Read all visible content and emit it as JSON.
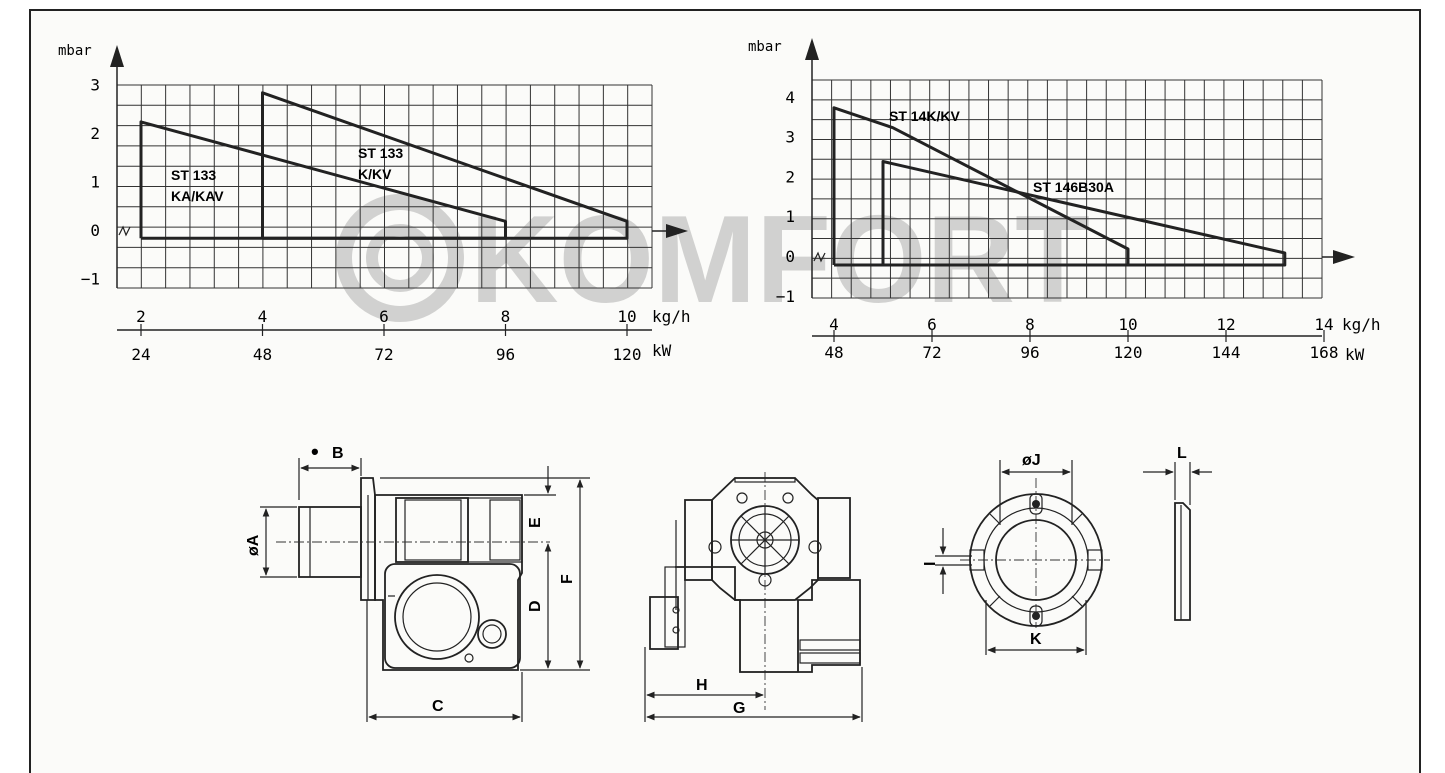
{
  "watermark": "KOMFORT",
  "chart_data": [
    {
      "type": "line",
      "ylabel": "mbar",
      "x_units": [
        "kg/h",
        "kW"
      ],
      "x_ticks_kgh": [
        "2",
        "4",
        "6",
        "8",
        "10"
      ],
      "x_ticks_kw": [
        "24",
        "48",
        "72",
        "96",
        "120"
      ],
      "y_ticks": [
        "3",
        "2",
        "1",
        "0",
        "−1"
      ],
      "xlim_kgh": [
        1.6,
        11
      ],
      "ylim": [
        -1.15,
        3.1
      ],
      "grid": true,
      "series": [
        {
          "name": "ST 133 KA/KAV",
          "label_lines": [
            "ST 133",
            "KA/KAV"
          ],
          "points": [
            [
              2,
              -0.15
            ],
            [
              2,
              2.25
            ],
            [
              8,
              0.2
            ],
            [
              8,
              -0.15
            ],
            [
              2,
              -0.15
            ]
          ]
        },
        {
          "name": "ST 133 K/KV",
          "label_lines": [
            "ST 133",
            "K/KV"
          ],
          "points": [
            [
              4,
              -0.15
            ],
            [
              4,
              2.85
            ],
            [
              10,
              0.2
            ],
            [
              10,
              -0.15
            ],
            [
              4,
              -0.15
            ]
          ]
        }
      ]
    },
    {
      "type": "line",
      "ylabel": "mbar",
      "x_units": [
        "kg/h",
        "kW"
      ],
      "x_ticks_kgh": [
        "4",
        "6",
        "8",
        "10",
        "12",
        "14"
      ],
      "x_ticks_kw": [
        "48",
        "72",
        "96",
        "120",
        "144",
        "168"
      ],
      "y_ticks": [
        "4",
        "3",
        "2",
        "1",
        "0",
        "−1"
      ],
      "xlim_kgh": [
        3.6,
        15
      ],
      "ylim": [
        -1.1,
        4.4
      ],
      "grid": true,
      "series": [
        {
          "name": "ST 14K/KV",
          "label_lines": [
            "ST 14K/KV"
          ],
          "points": [
            [
              4,
              -0.2
            ],
            [
              4,
              3.75
            ],
            [
              5.2,
              3.25
            ],
            [
              10,
              0.2
            ],
            [
              10,
              -0.2
            ],
            [
              4,
              -0.2
            ]
          ]
        },
        {
          "name": "ST 146B30A",
          "label_lines": [
            "ST 146B30A"
          ],
          "points": [
            [
              5,
              -0.2
            ],
            [
              5,
              2.4
            ],
            [
              13.2,
              0.1
            ],
            [
              13.2,
              -0.2
            ],
            [
              5,
              -0.2
            ]
          ]
        }
      ]
    }
  ],
  "drawings": {
    "side_view": {
      "labels": {
        "b": "B",
        "bullet": "•",
        "a": "øA",
        "e": "E",
        "d": "D",
        "f": "F",
        "c": "C"
      }
    },
    "front_view": {
      "labels": {
        "h": "H",
        "g": "G"
      }
    },
    "flange_view": {
      "labels": {
        "j": "øJ",
        "i": "I",
        "k": "K"
      }
    },
    "gasket_view": {
      "labels": {
        "l": "L"
      }
    }
  }
}
